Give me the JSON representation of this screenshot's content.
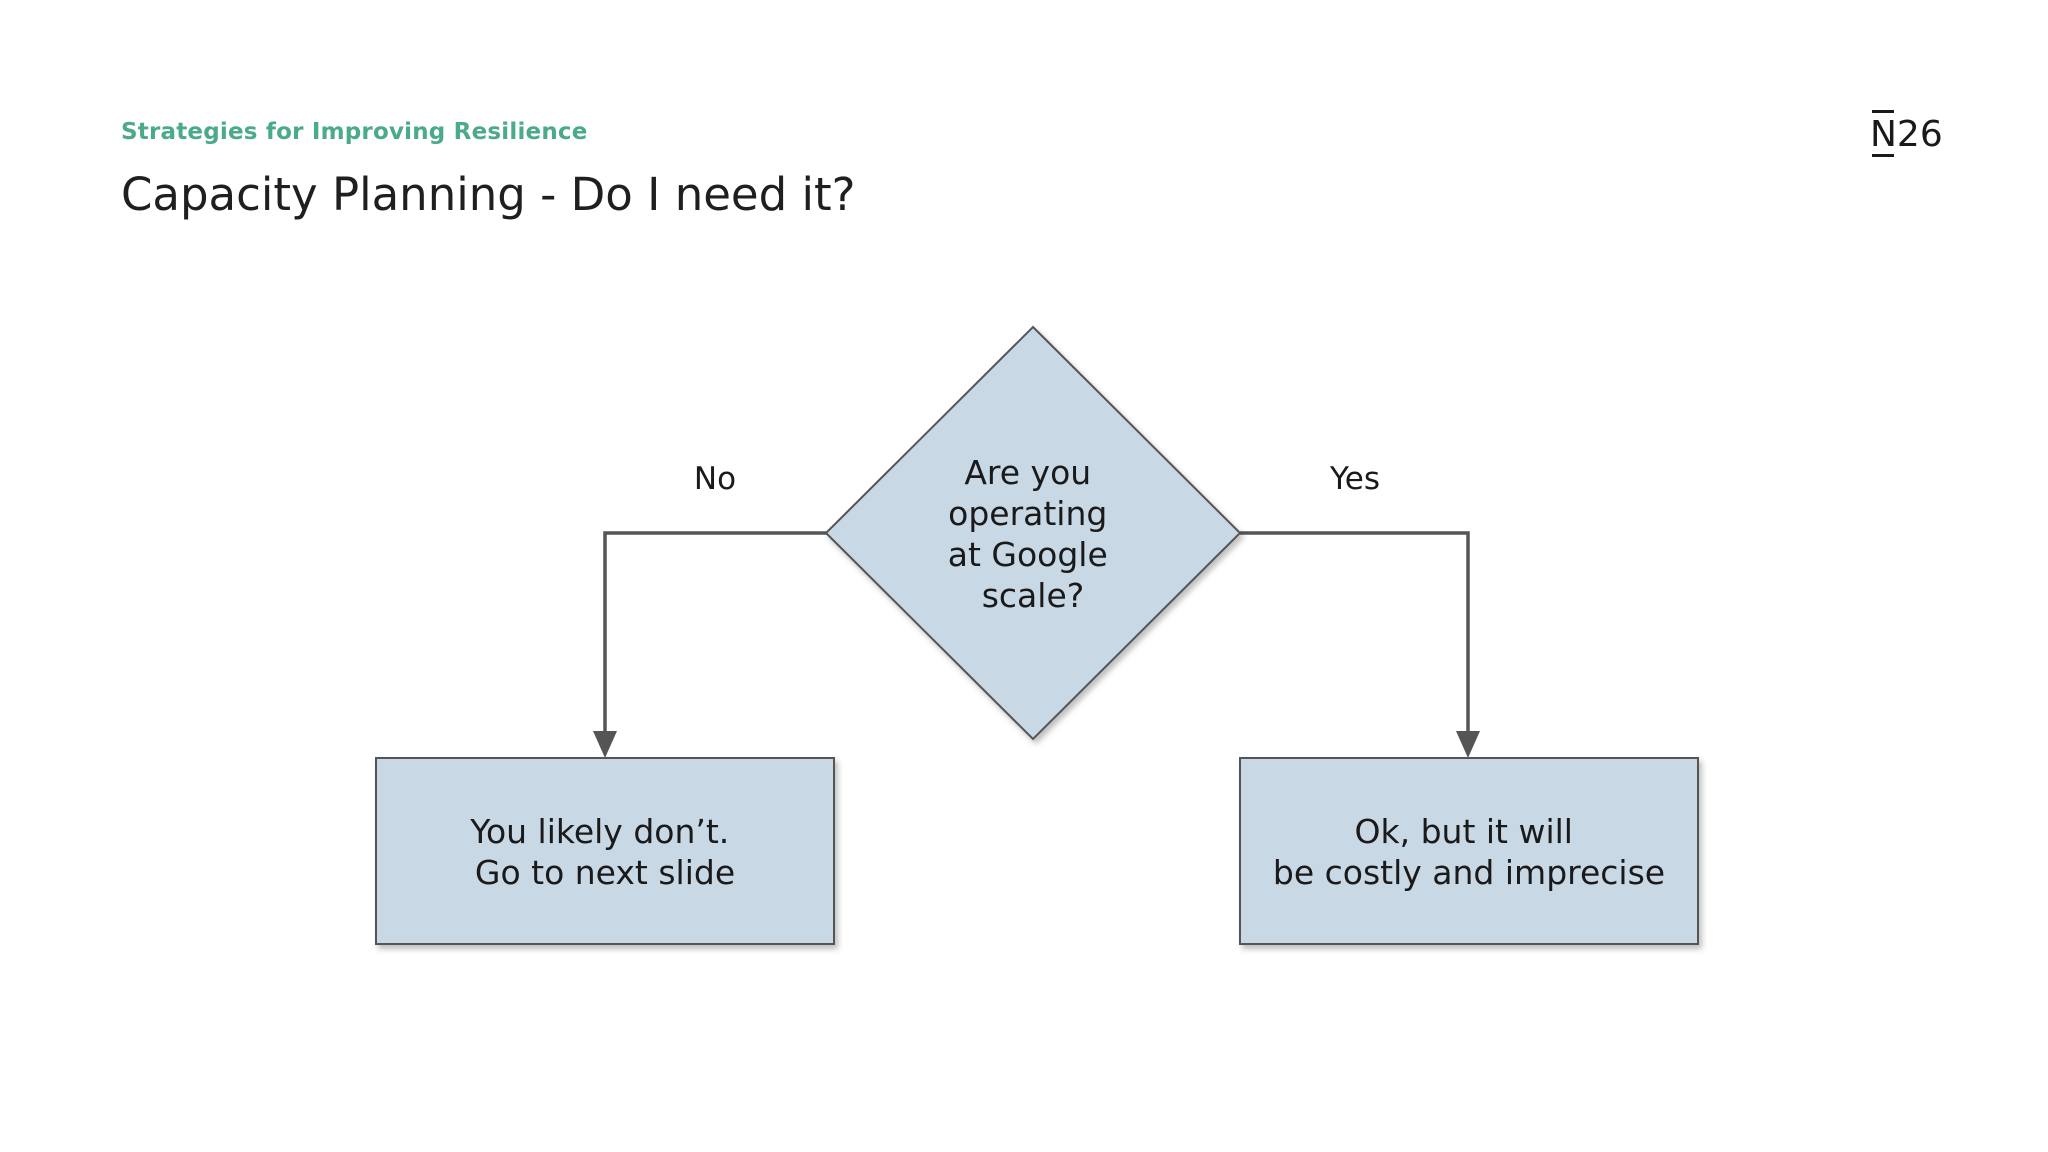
{
  "header": {
    "kicker": "Strategies for Improving Resilience",
    "title": "Capacity Planning - Do I need it?"
  },
  "logo": {
    "text": "N26"
  },
  "diagram": {
    "decision": {
      "lines": [
        "Are you",
        "operating",
        "at Google",
        "scale?"
      ]
    },
    "branch_no": {
      "label": "No",
      "outcome_lines": [
        "You likely don’t.",
        "Go to next slide"
      ]
    },
    "branch_yes": {
      "label": "Yes",
      "outcome_lines": [
        "Ok, but it will",
        "be costly and imprecise"
      ]
    }
  },
  "colors": {
    "accent": "#4ba98c",
    "shape_fill": "#c9d8e5",
    "shape_stroke": "#555555",
    "connector": "#555555"
  }
}
